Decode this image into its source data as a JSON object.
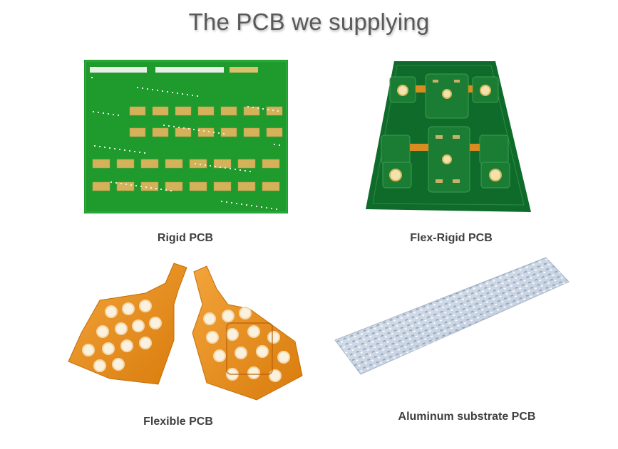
{
  "page": {
    "title": "The PCB we supplying"
  },
  "products": [
    {
      "label": "Rigid PCB",
      "color": "#1f9a2d"
    },
    {
      "label": "Flex-Rigid PCB",
      "color": "#0f6b2a"
    },
    {
      "label": "Flexible PCB",
      "color": "#e08a12"
    },
    {
      "label": "Aluminum substrate PCB",
      "color": "#c8d4e3"
    }
  ]
}
